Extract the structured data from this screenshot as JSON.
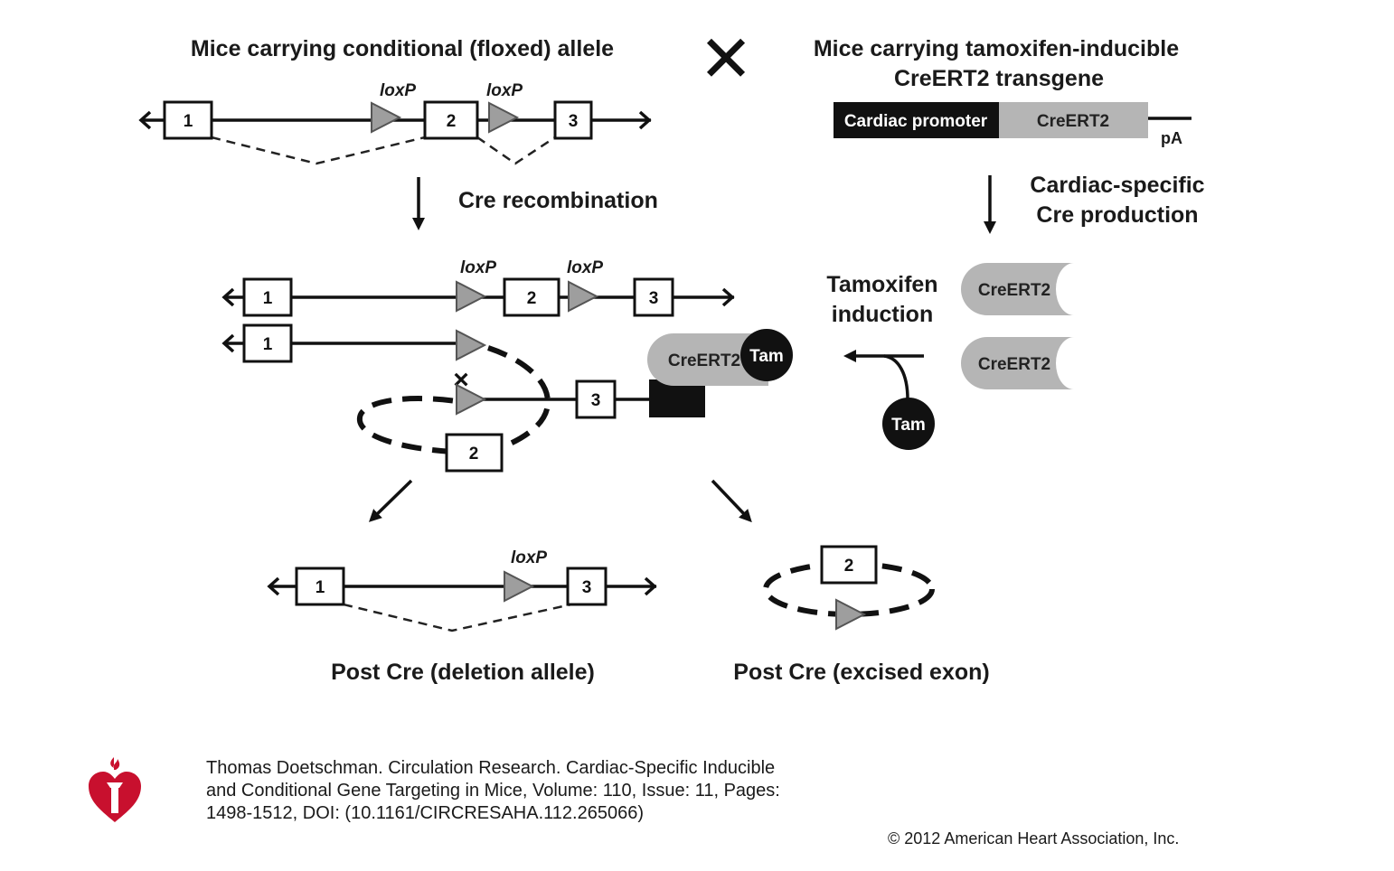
{
  "labels": {
    "floxed_title": "Mice carrying conditional (floxed) allele",
    "tg_title_line1": "Mice carrying tamoxifen-inducible",
    "tg_title_line2": "CreERT2 transgene",
    "cre_recombination": "Cre recombination",
    "cardiac_specific_line1": "Cardiac-specific",
    "cardiac_specific_line2": "Cre production",
    "tamoxifen_line1": "Tamoxifen",
    "tamoxifen_line2": "induction",
    "post_deletion": "Post Cre (deletion allele)",
    "post_excised": "Post Cre (excised exon)",
    "loxp": "loxP",
    "cardiac_promoter": "Cardiac promoter",
    "creert2": "CreERT2",
    "pa": "pA",
    "tam": "Tam",
    "cross_symbol": "✕"
  },
  "exons": {
    "e1": "1",
    "e2": "2",
    "e3": "3"
  },
  "colors": {
    "promoter": "#111111",
    "creert2_gray": "#b5b5b5",
    "loxp_gray": "#9e9e9e",
    "aha_red": "#c8102e"
  },
  "citation": {
    "text": "Thomas Doetschman. Circulation Research. Cardiac-Specific Inducible and Conditional Gene Targeting in Mice, Volume: 110, Issue: 11, Pages: 1498-1512, DOI: (10.1161/CIRCRESAHA.112.265066)"
  },
  "copyright": "© 2012 American Heart Association, Inc.",
  "logo": {
    "icon": "american-heart-association-torch-heart-icon"
  }
}
